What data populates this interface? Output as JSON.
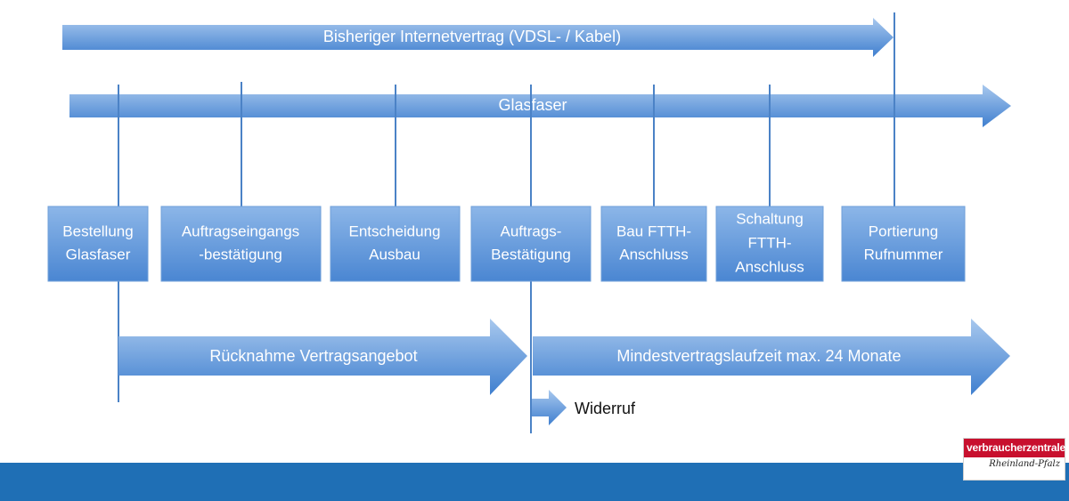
{
  "colors": {
    "arrow_top": "#a8c8ee",
    "arrow_bottom": "#3f7fcf",
    "box_top": "#8cb6e8",
    "box_bottom": "#4a86d2",
    "line": "#4b82c6",
    "footer": "#1f6fb5",
    "logo_red": "#c8102e"
  },
  "arrows": {
    "internet": "Bisheriger Internetvertrag (VDSL- / Kabel)",
    "glasfaser": "Glasfaser",
    "ruecknahme": "Rücknahme Vertragsangebot",
    "mindestlaufzeit": "Mindestvertragslaufzeit max. 24 Monate",
    "widerruf": "Widerruf"
  },
  "steps": [
    {
      "id": "bestellung",
      "lines": [
        "Bestellung",
        "Glasfaser"
      ]
    },
    {
      "id": "auftragseingang",
      "lines": [
        "Auftragseingangs",
        "-bestätigung"
      ]
    },
    {
      "id": "entscheidung",
      "lines": [
        "Entscheidung",
        "Ausbau"
      ]
    },
    {
      "id": "auftragsbestaetigung",
      "lines": [
        "Auftrags-",
        "Bestätigung"
      ]
    },
    {
      "id": "bau",
      "lines": [
        "Bau FTTH-",
        "Anschluss"
      ]
    },
    {
      "id": "schaltung",
      "lines": [
        "Schaltung",
        "FTTH-",
        "Anschluss"
      ]
    },
    {
      "id": "portierung",
      "lines": [
        "Portierung",
        "Rufnummer"
      ]
    }
  ],
  "logo": {
    "top": "verbraucherzentrale",
    "bottom": "Rheinland-Pfalz"
  }
}
